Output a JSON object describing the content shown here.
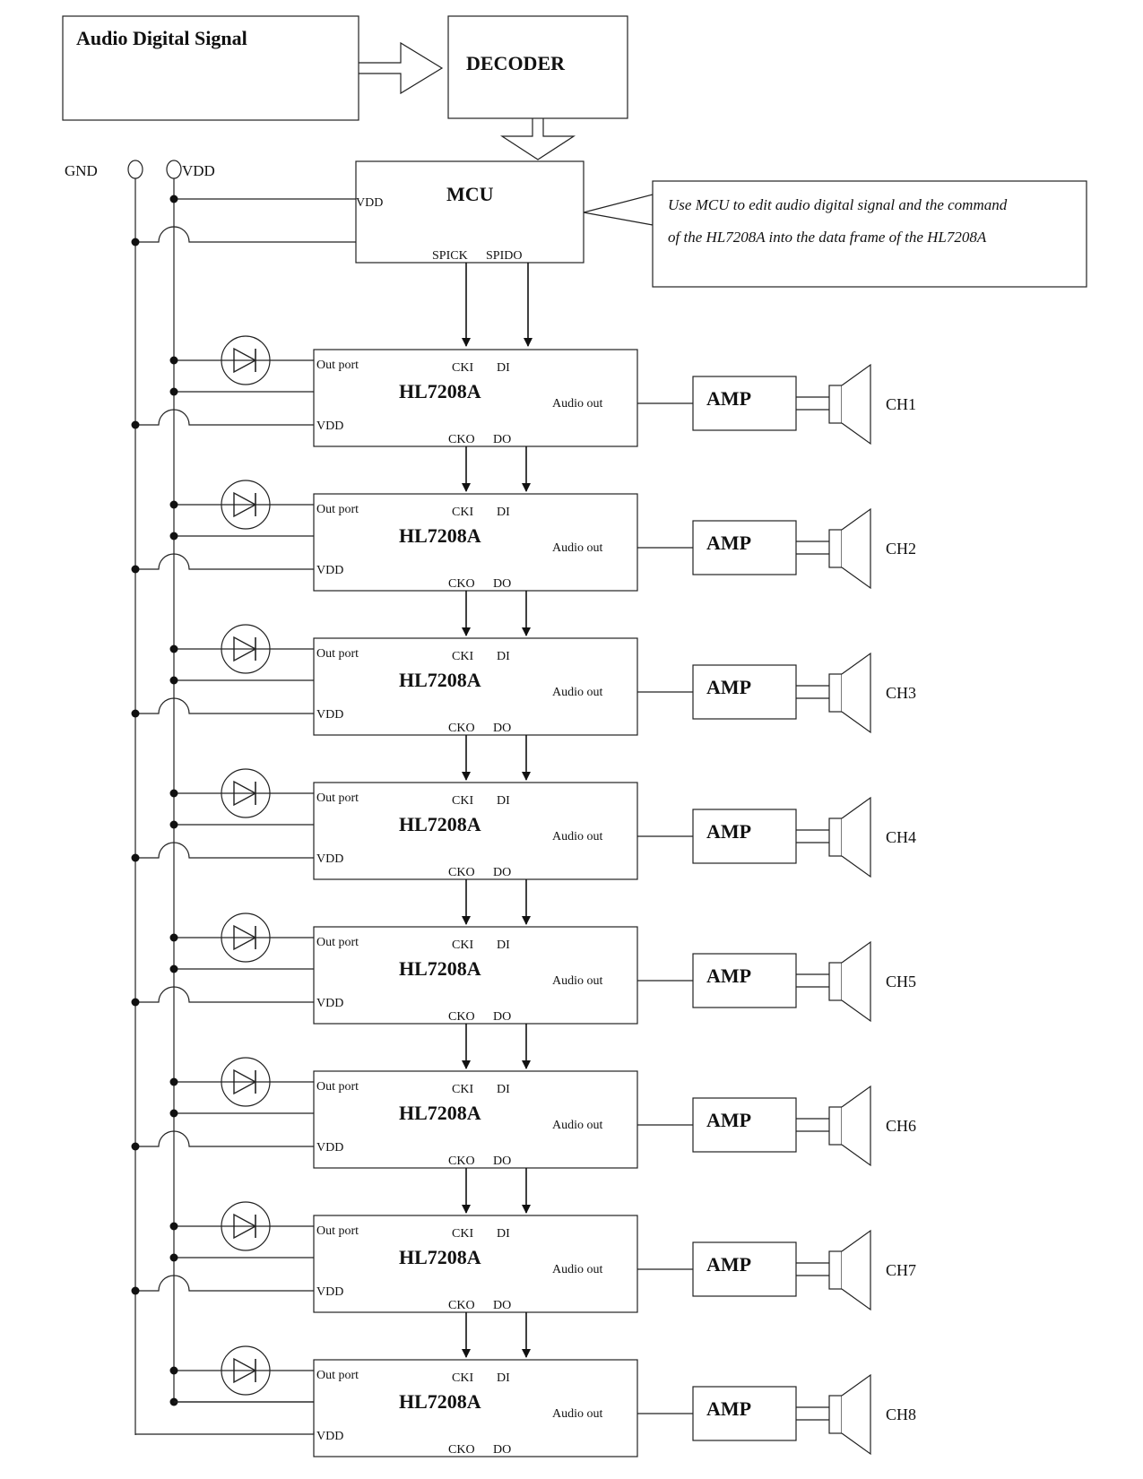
{
  "source_box": {
    "label": "Audio Digital Signal"
  },
  "decoder": {
    "label": "DECODER"
  },
  "rails": {
    "gnd": "GND",
    "vdd": "VDD"
  },
  "mcu": {
    "label": "MCU",
    "vdd_pin": "VDD",
    "pins": [
      "SPICK",
      "SPIDO"
    ],
    "note": [
      "Use MCU to edit audio digital signal and the command",
      "of the HL7208A into the data frame of the HL7208A"
    ]
  },
  "chip": {
    "label": "HL7208A",
    "out_port": "Out port",
    "vdd_pin": "VDD",
    "ck_in": "CKI",
    "d_in": "DI",
    "ck_out": "CKO",
    "d_out": "DO",
    "audio_out": "Audio out"
  },
  "amp": {
    "label": "AMP"
  },
  "channels": [
    "CH1",
    "CH2",
    "CH3",
    "CH4",
    "CH5",
    "CH6",
    "CH7",
    "CH8"
  ],
  "colors": {
    "line": "#222222",
    "background": "#ffffff"
  },
  "icons": {
    "led": "led-diode-icon",
    "speaker": "speaker-icon",
    "rail_terminal": "terminal-circle-icon"
  }
}
